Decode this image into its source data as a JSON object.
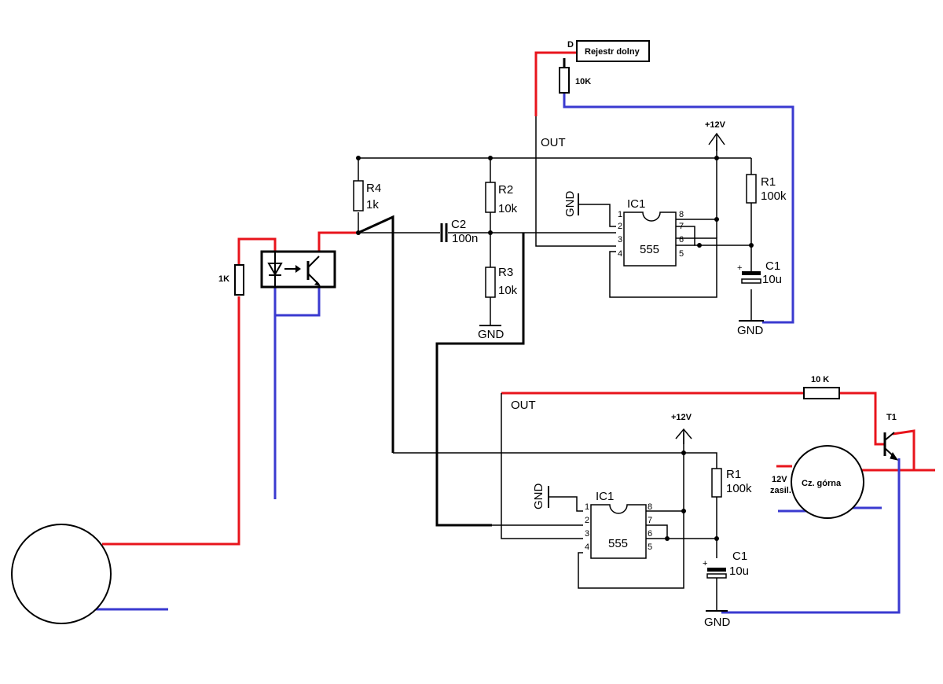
{
  "colors": {
    "wire": "#000000",
    "red_wire": "#e8141c",
    "blue_wire": "#3a3ad0"
  },
  "top_section": {
    "out_label": "OUT",
    "supply_label": "+12V",
    "gnd_left": "GND",
    "gnd_r3": "GND",
    "gnd_c1": "GND",
    "r1": {
      "name": "R1",
      "value": "100k"
    },
    "r2": {
      "name": "R2",
      "value": "10k"
    },
    "r3": {
      "name": "R3",
      "value": "10k"
    },
    "r4": {
      "name": "R4",
      "value": "1k"
    },
    "c1": {
      "name": "C1",
      "value": "10u"
    },
    "c2": {
      "name": "C2",
      "value": "100n"
    },
    "ic": {
      "name": "IC1",
      "part": "555",
      "pins": [
        "1",
        "2",
        "3",
        "4",
        "5",
        "6",
        "7",
        "8"
      ]
    },
    "register": {
      "pin_label": "D",
      "box_label": "Rejestr dolny"
    },
    "register_resistor": "10K",
    "opto_resistor": "1K"
  },
  "bottom_section": {
    "out_label": "OUT",
    "supply_label": "+12V",
    "gnd_left": "GND",
    "gnd_c1": "GND",
    "r1": {
      "name": "R1",
      "value": "100k"
    },
    "c1": {
      "name": "C1",
      "value": "10u"
    },
    "ic": {
      "name": "IC1",
      "part": "555",
      "pins": [
        "1",
        "2",
        "3",
        "4",
        "5",
        "6",
        "7",
        "8"
      ]
    },
    "resistor": "10 K",
    "transistor": "T1",
    "motor": {
      "label": "Cz. górna",
      "supply_line1": "12V",
      "supply_line2": "zasil."
    }
  }
}
